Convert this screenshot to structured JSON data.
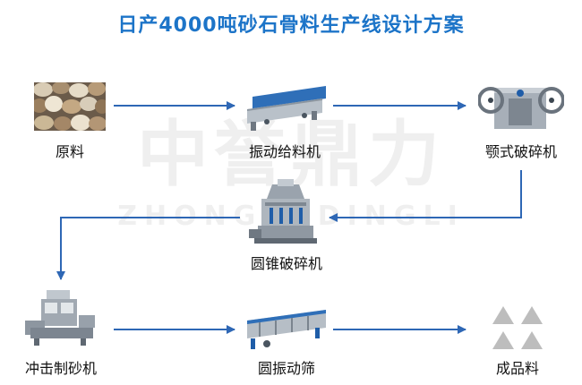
{
  "title": "日产4000吨砂石骨料生产线设计方案",
  "watermark": {
    "cn": "中誉鼎力",
    "en": "ZHONGYUDINGLI"
  },
  "nodes": [
    {
      "id": "raw",
      "label": "原料",
      "icon": "gravel-pile-image"
    },
    {
      "id": "feeder",
      "label": "振动给料机",
      "icon": "vibrating-feeder-image"
    },
    {
      "id": "jaw",
      "label": "颚式破碎机",
      "icon": "jaw-crusher-image"
    },
    {
      "id": "cone",
      "label": "圆锥破碎机",
      "icon": "cone-crusher-image"
    },
    {
      "id": "impact",
      "label": "冲击制砂机",
      "icon": "vsi-sand-maker-image"
    },
    {
      "id": "screen",
      "label": "圆振动筛",
      "icon": "vibrating-screen-image"
    },
    {
      "id": "product",
      "label": "成品料",
      "icon": "aggregate-pile-icon"
    }
  ],
  "colors": {
    "accent": "#1c74c8",
    "arrow": "#2e67b5",
    "machine": "#9aa3ad",
    "product": "#bdbdbd"
  }
}
